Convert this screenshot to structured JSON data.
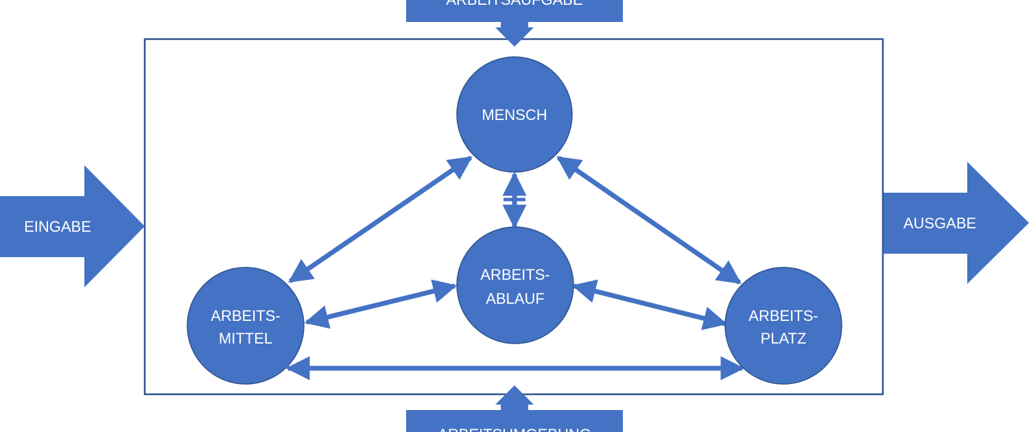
{
  "colors": {
    "accent": "#4472C4",
    "accent_border": "#2F528F",
    "label_text": "#FFFFFF",
    "background": "#FFFFFF"
  },
  "arrows": {
    "top": "ARBEITSAUFGABE",
    "bottom": "ARBEITSUMGEBUNG",
    "left": "EINGABE",
    "right": "AUSGABE"
  },
  "nodes": {
    "mensch": {
      "lines": [
        "MENSCH"
      ]
    },
    "ablauf": {
      "lines": [
        "ARBEITS-",
        "ABLAUF"
      ]
    },
    "mittel": {
      "lines": [
        "ARBEITS-",
        "MITTEL"
      ]
    },
    "platz": {
      "lines": [
        "ARBEITS-",
        "PLATZ"
      ]
    }
  }
}
